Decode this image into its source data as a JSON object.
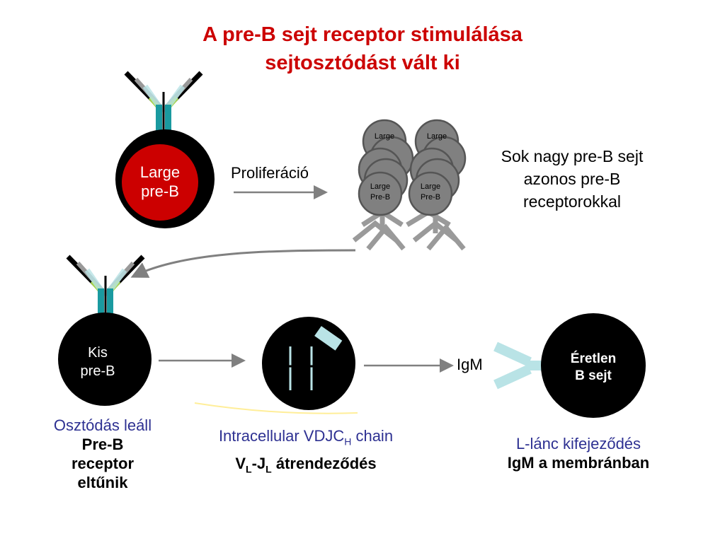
{
  "title": {
    "line1": "A pre-B sejt receptor stimulálása",
    "line2": "sejtosztódást vált ki"
  },
  "cells": {
    "large_pre_b": {
      "line1": "Large",
      "line2": "pre-B"
    },
    "small_pre_b": {
      "line1": "Kis",
      "line2": "pre-B"
    },
    "immature_b": {
      "line1": "Éretlen",
      "line2": "B sejt"
    },
    "cluster_cell": {
      "line1": "Large",
      "line2": "Pre-B"
    }
  },
  "arrows": {
    "proliferation": "Proliferáció",
    "igm": "IgM"
  },
  "descriptions": {
    "many_cells": [
      "Sok nagy pre-B sejt",
      "azonos pre-B",
      "receptorokkal"
    ],
    "small": {
      "colored": "Osztódás leáll",
      "bold": [
        "Pre-B",
        "receptor",
        "eltűnik"
      ]
    },
    "middle": {
      "colored_prefix": "Intracellular VDJC",
      "colored_sub": "H",
      "colored_suffix": " chain",
      "bold_v": "V",
      "bold_v_sub": "L",
      "bold_dash_j": "-J",
      "bold_j_sub": "L",
      "bold_suffix": " átrendeződés"
    },
    "immature": {
      "colored": "L-lánc kifejeződés",
      "bold": "IgM a membránban"
    }
  },
  "colors": {
    "title": "#cc0000",
    "large_cell_fill": "#cc0000",
    "cell_black": "#000000",
    "receptor_teal": "#1a9aa0",
    "igm_light": "#b9e3e6",
    "description_blue": "#2e3192",
    "arrow_gray": "#808080"
  }
}
